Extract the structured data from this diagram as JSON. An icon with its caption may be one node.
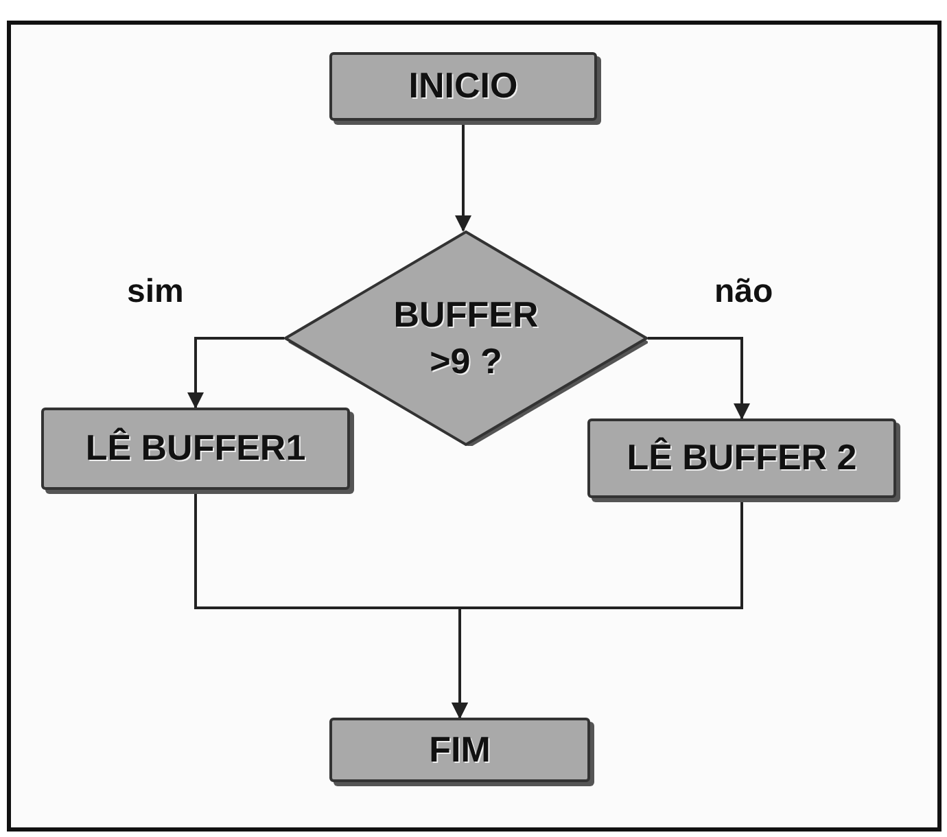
{
  "diagram": {
    "nodes": [
      {
        "text": [
          "INICIO"
        ]
      },
      {
        "text": [
          "BUFFER >9 ?"
        ]
      },
      {
        "text": [
          "LÊ BUFFER1"
        ]
      },
      {
        "text": [
          "LÊ BUFFER 2"
        ]
      },
      {
        "text": [
          "FIM"
        ]
      }
    ],
    "edges": [
      {
        "from": 0,
        "to": 1,
        "arrow": "to"
      },
      {
        "from": 1,
        "to": 2,
        "arrow": "to",
        "label": "sim"
      },
      {
        "from": 1,
        "to": 3,
        "arrow": "to",
        "label": "não"
      },
      {
        "from": 2,
        "to": 4,
        "arrow": "to"
      },
      {
        "from": 3,
        "to": 4,
        "arrow": "to"
      }
    ]
  }
}
